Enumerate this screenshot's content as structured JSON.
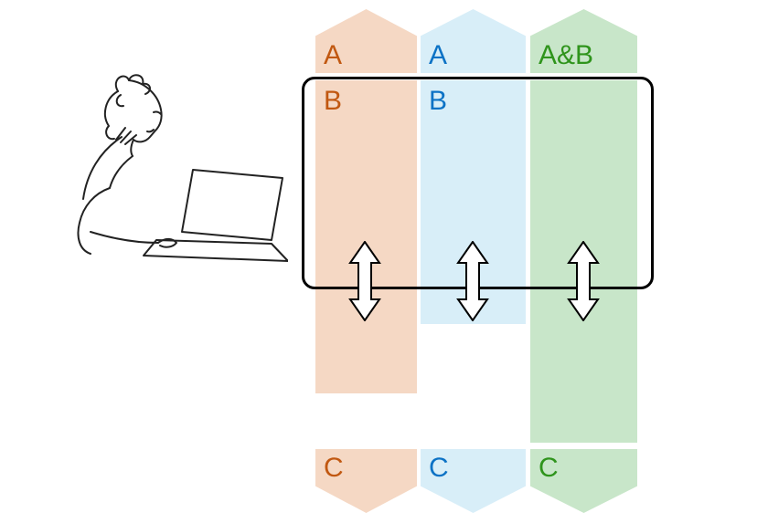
{
  "columns": [
    {
      "id": "a",
      "top_label": "A",
      "mid_label": "B",
      "bottom_label": "C",
      "band_color": "#F5D8C4",
      "text_color": "#C15811"
    },
    {
      "id": "b",
      "top_label": "A",
      "mid_label": "B",
      "bottom_label": "C",
      "band_color": "#D8EEF8",
      "text_color": "#0C72C5"
    },
    {
      "id": "a-and-b",
      "top_label": "A&B",
      "bottom_label": "C",
      "band_color": "#C8E6C9",
      "text_color": "#2F941C"
    }
  ],
  "box": {
    "border_color": "#000000"
  },
  "arrows": {
    "fill": "#FFFFFF",
    "stroke": "#000000"
  },
  "illustration": {
    "name": "person-thinking-at-laptop",
    "stroke_color": "#222222"
  }
}
